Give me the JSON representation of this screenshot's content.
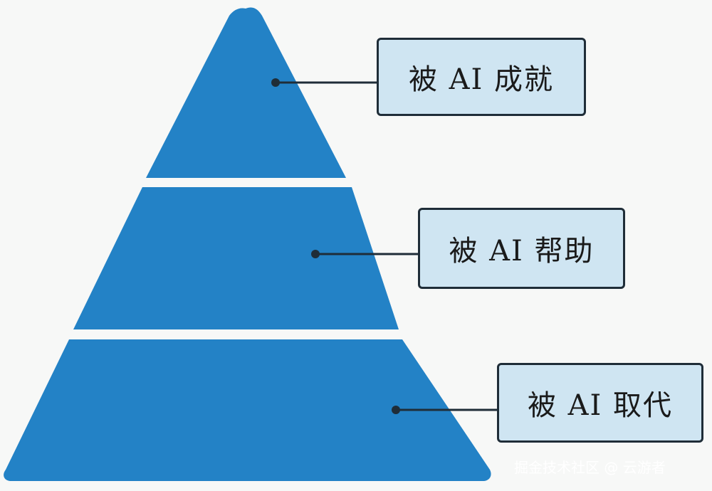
{
  "pyramid": {
    "fill_color": "#2382c6",
    "box_color": "#cfe5f2",
    "line_color": "#1f2d38",
    "tiers": [
      {
        "level": "top",
        "label": "被 AI 成就"
      },
      {
        "level": "middle",
        "label": "被 AI 帮助"
      },
      {
        "level": "bottom",
        "label": "被 AI 取代"
      }
    ]
  },
  "watermark": "掘金技术社区 @ 云游者"
}
